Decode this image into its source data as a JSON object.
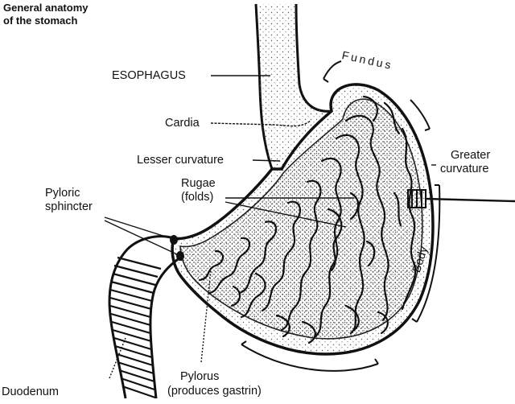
{
  "title": {
    "line1": "General anatomy",
    "line2": "of the stomach"
  },
  "labels": {
    "esophagus": "ESOPHAGUS",
    "cardia": "Cardia",
    "lesser_curvature": "Lesser curvature",
    "rugae_line1": "Rugae",
    "rugae_line2": "(folds)",
    "pyloric_line1": "Pyloric",
    "pyloric_line2": "sphincter",
    "fundus": "Fundus",
    "greater_line1": "Greater",
    "greater_line2": "curvature",
    "body": "Body",
    "duodenum": "Duodenum",
    "pylorus_line1": "Pylorus",
    "pylorus_line2": "(produces gastrin)"
  },
  "colors": {
    "ink": "#111111",
    "paper": "#ffffff",
    "stipple": "#555555"
  },
  "icons": [
    "stomach-illustration"
  ]
}
